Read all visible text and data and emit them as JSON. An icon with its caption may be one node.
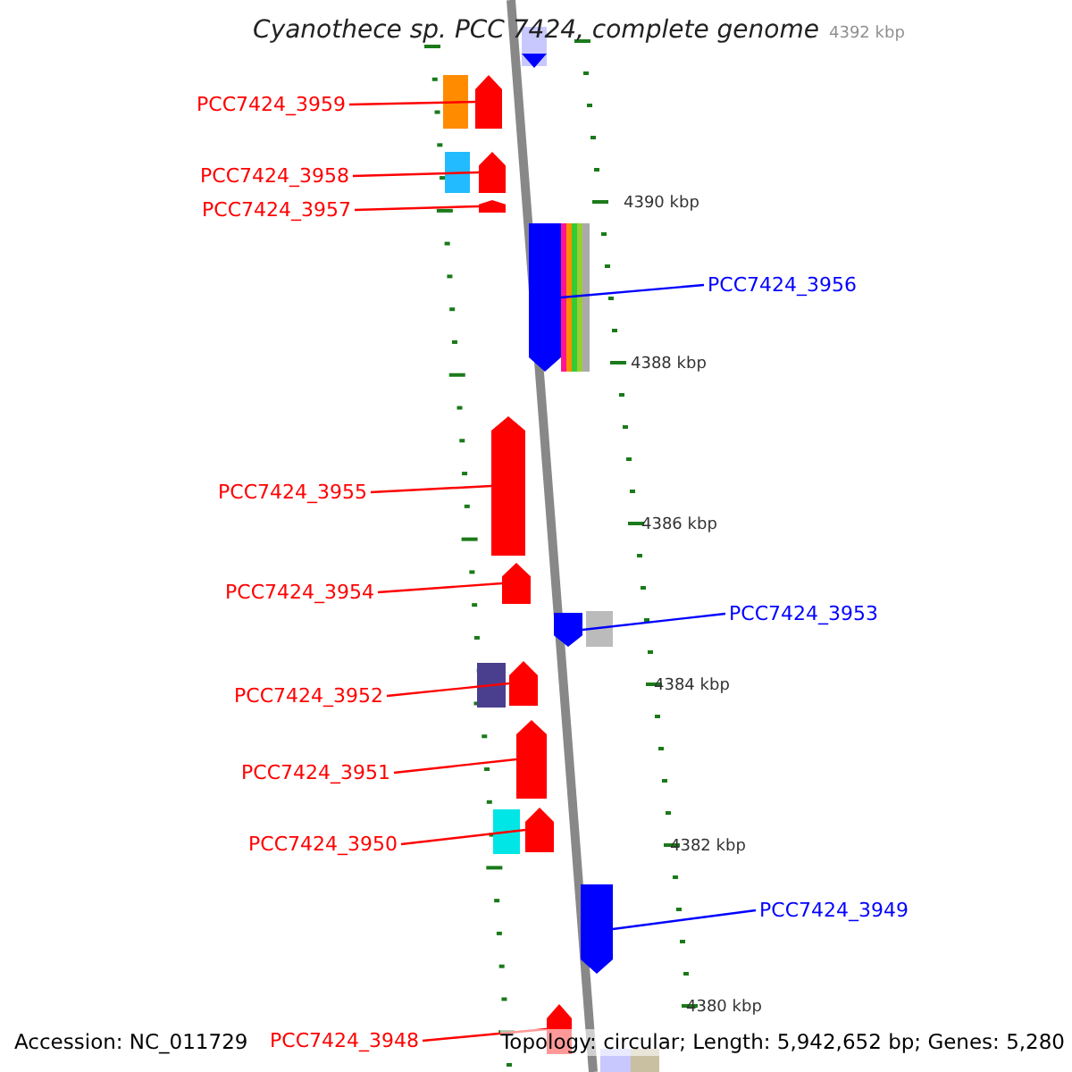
{
  "diagram": {
    "title": "Cyanothece sp. PCC 7424, complete genome",
    "nodes": [
      {
        "text": [
          "PCC7424_3959"
        ]
      },
      {
        "text": [],
        "shape": "arrow"
      },
      {
        "text": [
          "PCC7424_3958"
        ]
      },
      {
        "text": [],
        "shape": "arrow"
      },
      {
        "text": [
          "PCC7424_3957"
        ]
      },
      {
        "text": [],
        "shape": "arrow"
      },
      {
        "text": [
          "PCC7424_3956"
        ]
      },
      {
        "text": [],
        "shape": "arrow"
      },
      {
        "text": [
          "PCC7424_3955"
        ]
      },
      {
        "text": [],
        "shape": "arrow"
      },
      {
        "text": [
          "PCC7424_3954"
        ]
      },
      {
        "text": [],
        "shape": "arrow"
      },
      {
        "text": [
          "PCC7424_3953"
        ]
      },
      {
        "text": [],
        "shape": "arrow"
      },
      {
        "text": [
          "PCC7424_3952"
        ]
      },
      {
        "text": [],
        "shape": "arrow"
      },
      {
        "text": [
          "PCC7424_3951"
        ]
      },
      {
        "text": [],
        "shape": "arrow"
      },
      {
        "text": [
          "PCC7424_3950"
        ]
      },
      {
        "text": [],
        "shape": "arrow"
      },
      {
        "text": [
          "PCC7424_3949"
        ]
      },
      {
        "text": [],
        "shape": "arrow"
      },
      {
        "text": [
          "PCC7424_3948"
        ]
      },
      {
        "text": [],
        "shape": "arrow"
      }
    ],
    "edges": [
      {
        "from": 0,
        "to": 1,
        "arrow": "none"
      },
      {
        "from": 2,
        "to": 3,
        "arrow": "none"
      },
      {
        "from": 4,
        "to": 5,
        "arrow": "none"
      },
      {
        "from": 6,
        "to": 7,
        "arrow": "none",
        "color": "#0000ff"
      },
      {
        "from": 8,
        "to": 9,
        "arrow": "none"
      },
      {
        "from": 10,
        "to": 11,
        "arrow": "none"
      },
      {
        "from": 12,
        "to": 13,
        "arrow": "none",
        "color": "#0000ff"
      },
      {
        "from": 14,
        "to": 15,
        "arrow": "none"
      },
      {
        "from": 16,
        "to": 17,
        "arrow": "none"
      },
      {
        "from": 18,
        "to": 19,
        "arrow": "none"
      },
      {
        "from": 20,
        "to": 21,
        "arrow": "none",
        "color": "#0000ff"
      },
      {
        "from": 22,
        "to": 23,
        "arrow": "none"
      }
    ],
    "labels": [
      "4392 kbp",
      "4390 kbp",
      "4388 kbp",
      "4386 kbp",
      "4384 kbp",
      "4382 kbp",
      "4380 kbp",
      "Accession: NC_011729",
      "Topology: circular; Length: 5,942,652 bp; Genes: 5,280"
    ]
  }
}
